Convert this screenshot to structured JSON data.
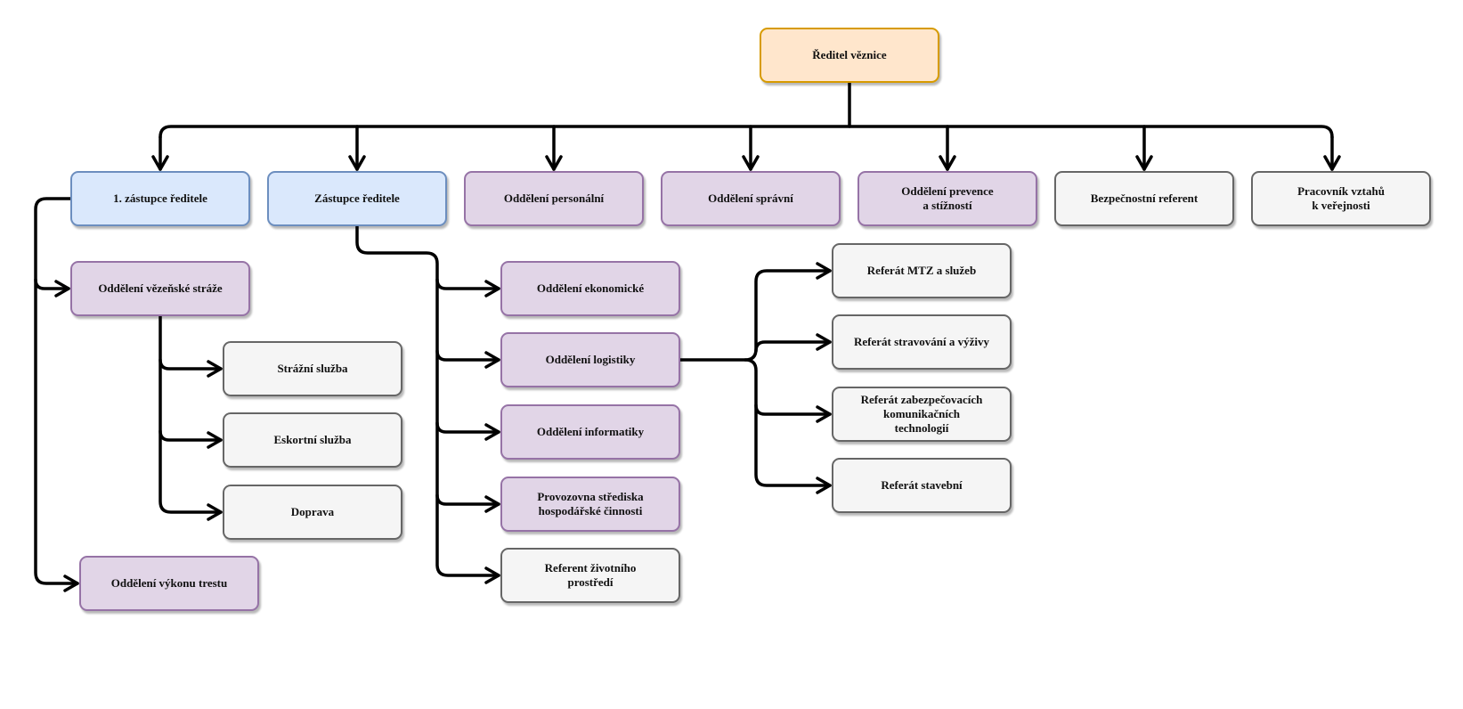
{
  "diagram": {
    "colors": {
      "edge": "#000000",
      "orange_fill": "#ffe6cc",
      "orange_border": "#d79b00",
      "blue_fill": "#dae8fc",
      "blue_border": "#6c8ebf",
      "purple_fill": "#e1d5e7",
      "purple_border": "#9673a6",
      "gray_fill": "#f5f5f5",
      "gray_border": "#666666"
    },
    "nodes": {
      "director": "Ředitel věznice",
      "deputy1": "1. zástupce ředitele",
      "deputy": "Zástupce ředitele",
      "personnel": "Oddělení personální",
      "administrative": "Oddělení správní",
      "prevention": "Oddělení prevence\na stížností",
      "security_officer": "Bezpečnostní referent",
      "public_relations": "Pracovník vztahů\nk veřejnosti",
      "prison_guard": "Oddělení vězeňské stráže",
      "guard_service": "Strážní služba",
      "escort_service": "Eskortní služba",
      "transport": "Doprava",
      "sentence_execution": "Oddělení výkonu trestu",
      "economic": "Oddělení ekonomické",
      "logistics": "Oddělení logistiky",
      "it": "Oddělení informatiky",
      "economic_activity": "Provozovna střediska\nhospodářské činnosti",
      "environment": "Referent životního\nprostředí",
      "mtz_services": "Referát MTZ a služeb",
      "catering": "Referát stravování a výživy",
      "communication_tech": "Referát zabezpečovacích\nkomunikačních\ntechnologií",
      "construction": "Referát stavební"
    },
    "edges": [
      [
        "director",
        "deputy1"
      ],
      [
        "director",
        "deputy"
      ],
      [
        "director",
        "personnel"
      ],
      [
        "director",
        "administrative"
      ],
      [
        "director",
        "prevention"
      ],
      [
        "director",
        "security_officer"
      ],
      [
        "director",
        "public_relations"
      ],
      [
        "deputy1",
        "prison_guard"
      ],
      [
        "deputy1",
        "sentence_execution"
      ],
      [
        "prison_guard",
        "guard_service"
      ],
      [
        "prison_guard",
        "escort_service"
      ],
      [
        "prison_guard",
        "transport"
      ],
      [
        "deputy",
        "economic"
      ],
      [
        "deputy",
        "logistics"
      ],
      [
        "deputy",
        "it"
      ],
      [
        "deputy",
        "economic_activity"
      ],
      [
        "deputy",
        "environment"
      ],
      [
        "logistics",
        "mtz_services"
      ],
      [
        "logistics",
        "catering"
      ],
      [
        "logistics",
        "communication_tech"
      ],
      [
        "logistics",
        "construction"
      ]
    ]
  }
}
